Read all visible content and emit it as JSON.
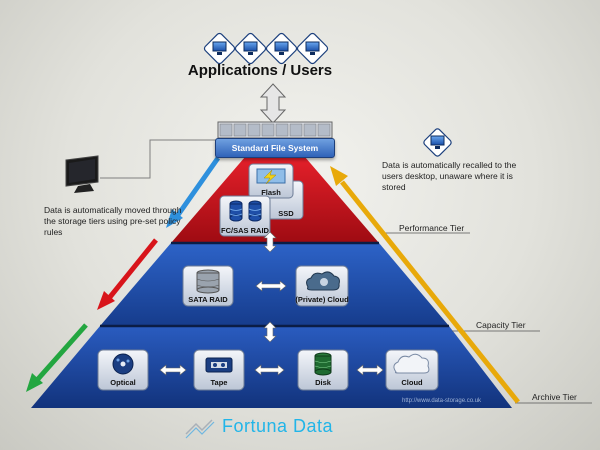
{
  "header": {
    "title": "Applications / Users",
    "file_system_label": "Standard File System"
  },
  "notes": {
    "left": "Data is automatically moved through the storage tiers using pre-set policy rules",
    "right": "Data is automatically recalled to the users desktop, unaware where it is stored"
  },
  "tiers": {
    "performance": "Performance Tier",
    "capacity": "Capacity Tier",
    "archive": "Archive Tier"
  },
  "nodes": {
    "flash": "Flash",
    "ssd": "SSD",
    "fcsas": "FC/SAS RAID",
    "sata": "SATA RAID",
    "private_cloud": "(Private) Cloud",
    "optical": "Optical",
    "tape": "Tape",
    "disk": "Disk",
    "cloud": "Cloud"
  },
  "footer": {
    "url": "http://www.data-storage.co.uk",
    "brand": "Fortuna Data"
  },
  "colors": {
    "performance_tier": "#c8101a",
    "capacity_tier": "#1f4fb0",
    "archive_tier": "#1a3f98",
    "arrow_blue": "#2e90dd",
    "arrow_red": "#d8141a",
    "arrow_green": "#23a640",
    "arrow_gold": "#e8a90a",
    "brand": "#22b5e8"
  }
}
